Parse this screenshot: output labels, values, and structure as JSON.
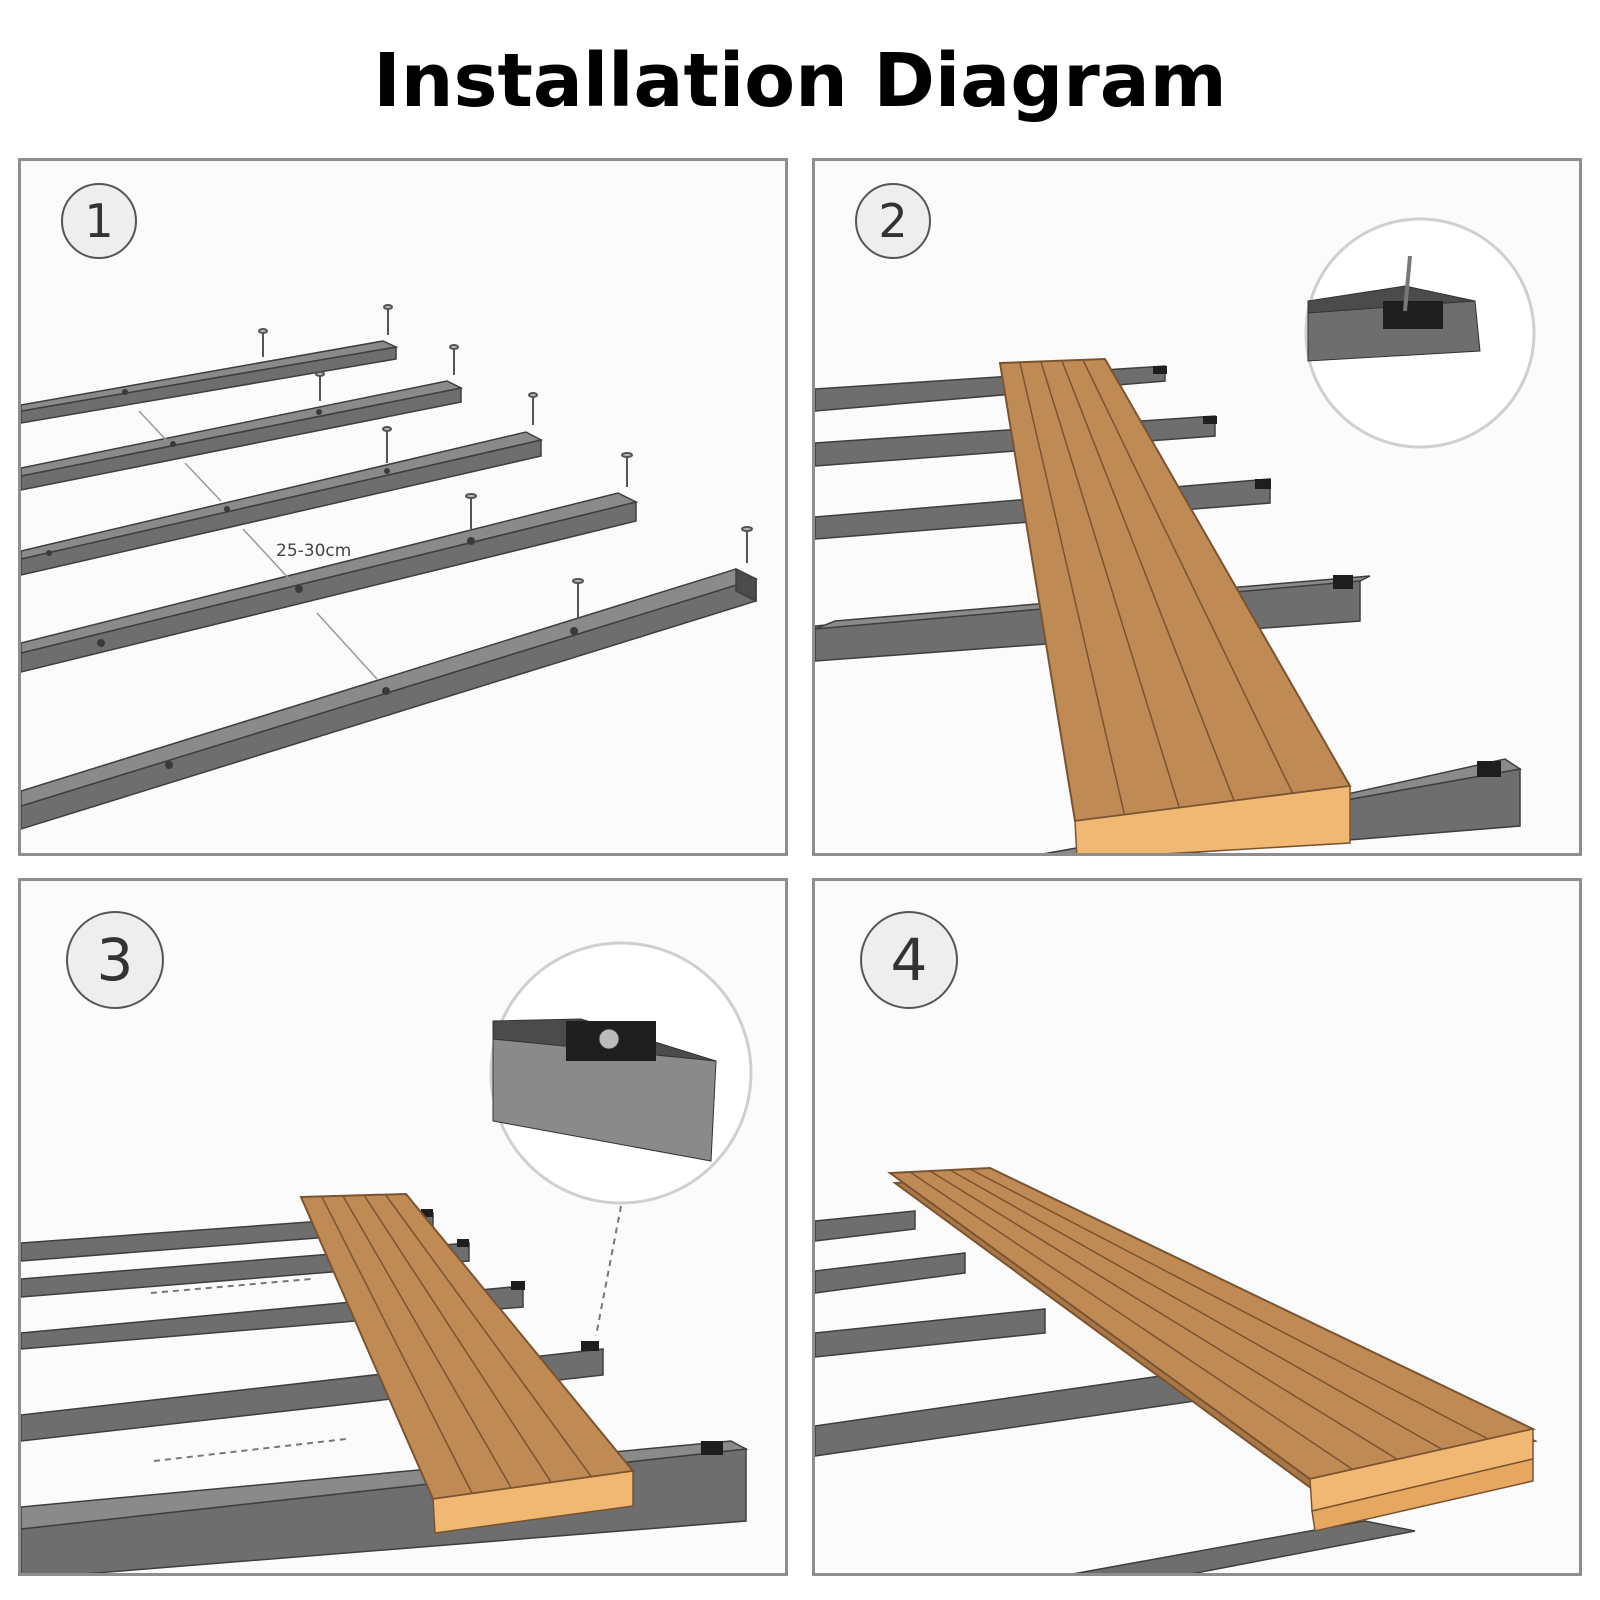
{
  "title": "Installation Diagram",
  "steps": [
    {
      "number": "1",
      "callout": "25-30cm"
    },
    {
      "number": "2"
    },
    {
      "number": "3"
    },
    {
      "number": "4"
    }
  ],
  "colors": {
    "joist": "#6e6e6e",
    "joist_top": "#8a8a8a",
    "joist_dark": "#4b4b4b",
    "board": "#c08a55",
    "board_edge": "#f0b872",
    "clip": "#1e1e1e"
  },
  "icons": [
    "screw-icon",
    "clip-icon",
    "magnifier-circle-icon",
    "arrow-icon"
  ]
}
